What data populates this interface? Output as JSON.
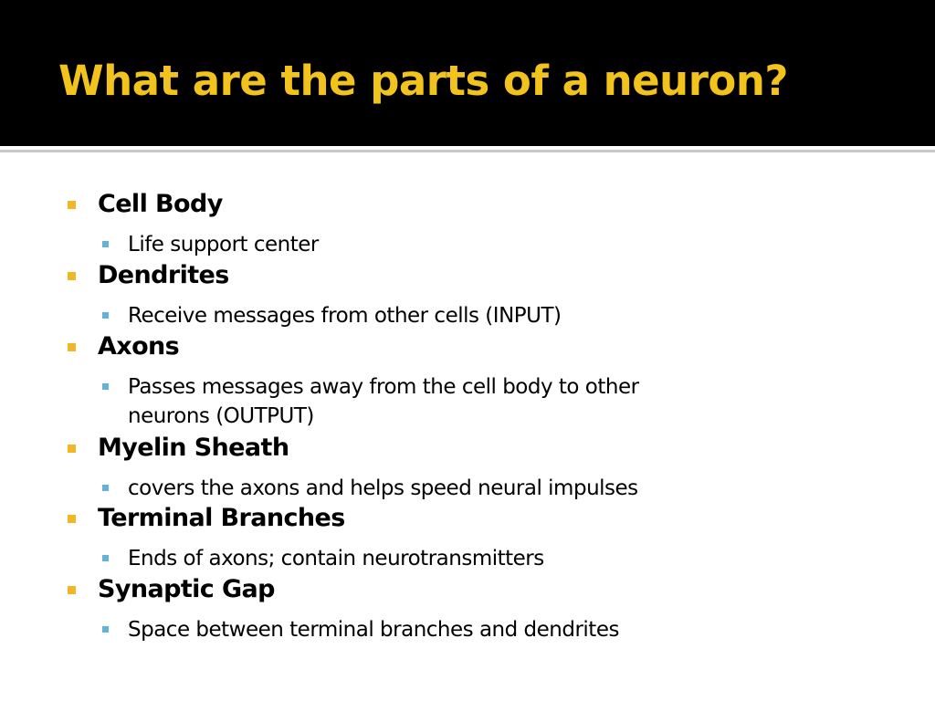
{
  "slide": {
    "title": "What are the parts of a neuron?",
    "bullets": [
      {
        "heading": "Cell Body",
        "details": [
          "Life support center"
        ]
      },
      {
        "heading": "Dendrites",
        "details": [
          "Receive messages from other cells (INPUT)"
        ]
      },
      {
        "heading": "Axons",
        "details": [
          "Passes messages away from the cell body to other",
          "neurons (OUTPUT)"
        ]
      },
      {
        "heading": "Myelin Sheath",
        "details": [
          "covers the axons and helps speed neural impulses"
        ]
      },
      {
        "heading": "Terminal Branches",
        "details": [
          "Ends of axons; contain neurotransmitters"
        ]
      },
      {
        "heading": "Synaptic Gap",
        "details": [
          "Space between terminal branches and dendrites"
        ]
      }
    ]
  },
  "colors": {
    "title_background": "#000000",
    "title_text": "#f2c31d",
    "level1_bullet": "#f2b724",
    "level2_bullet": "#63b3d6",
    "body_text": "#000000"
  }
}
